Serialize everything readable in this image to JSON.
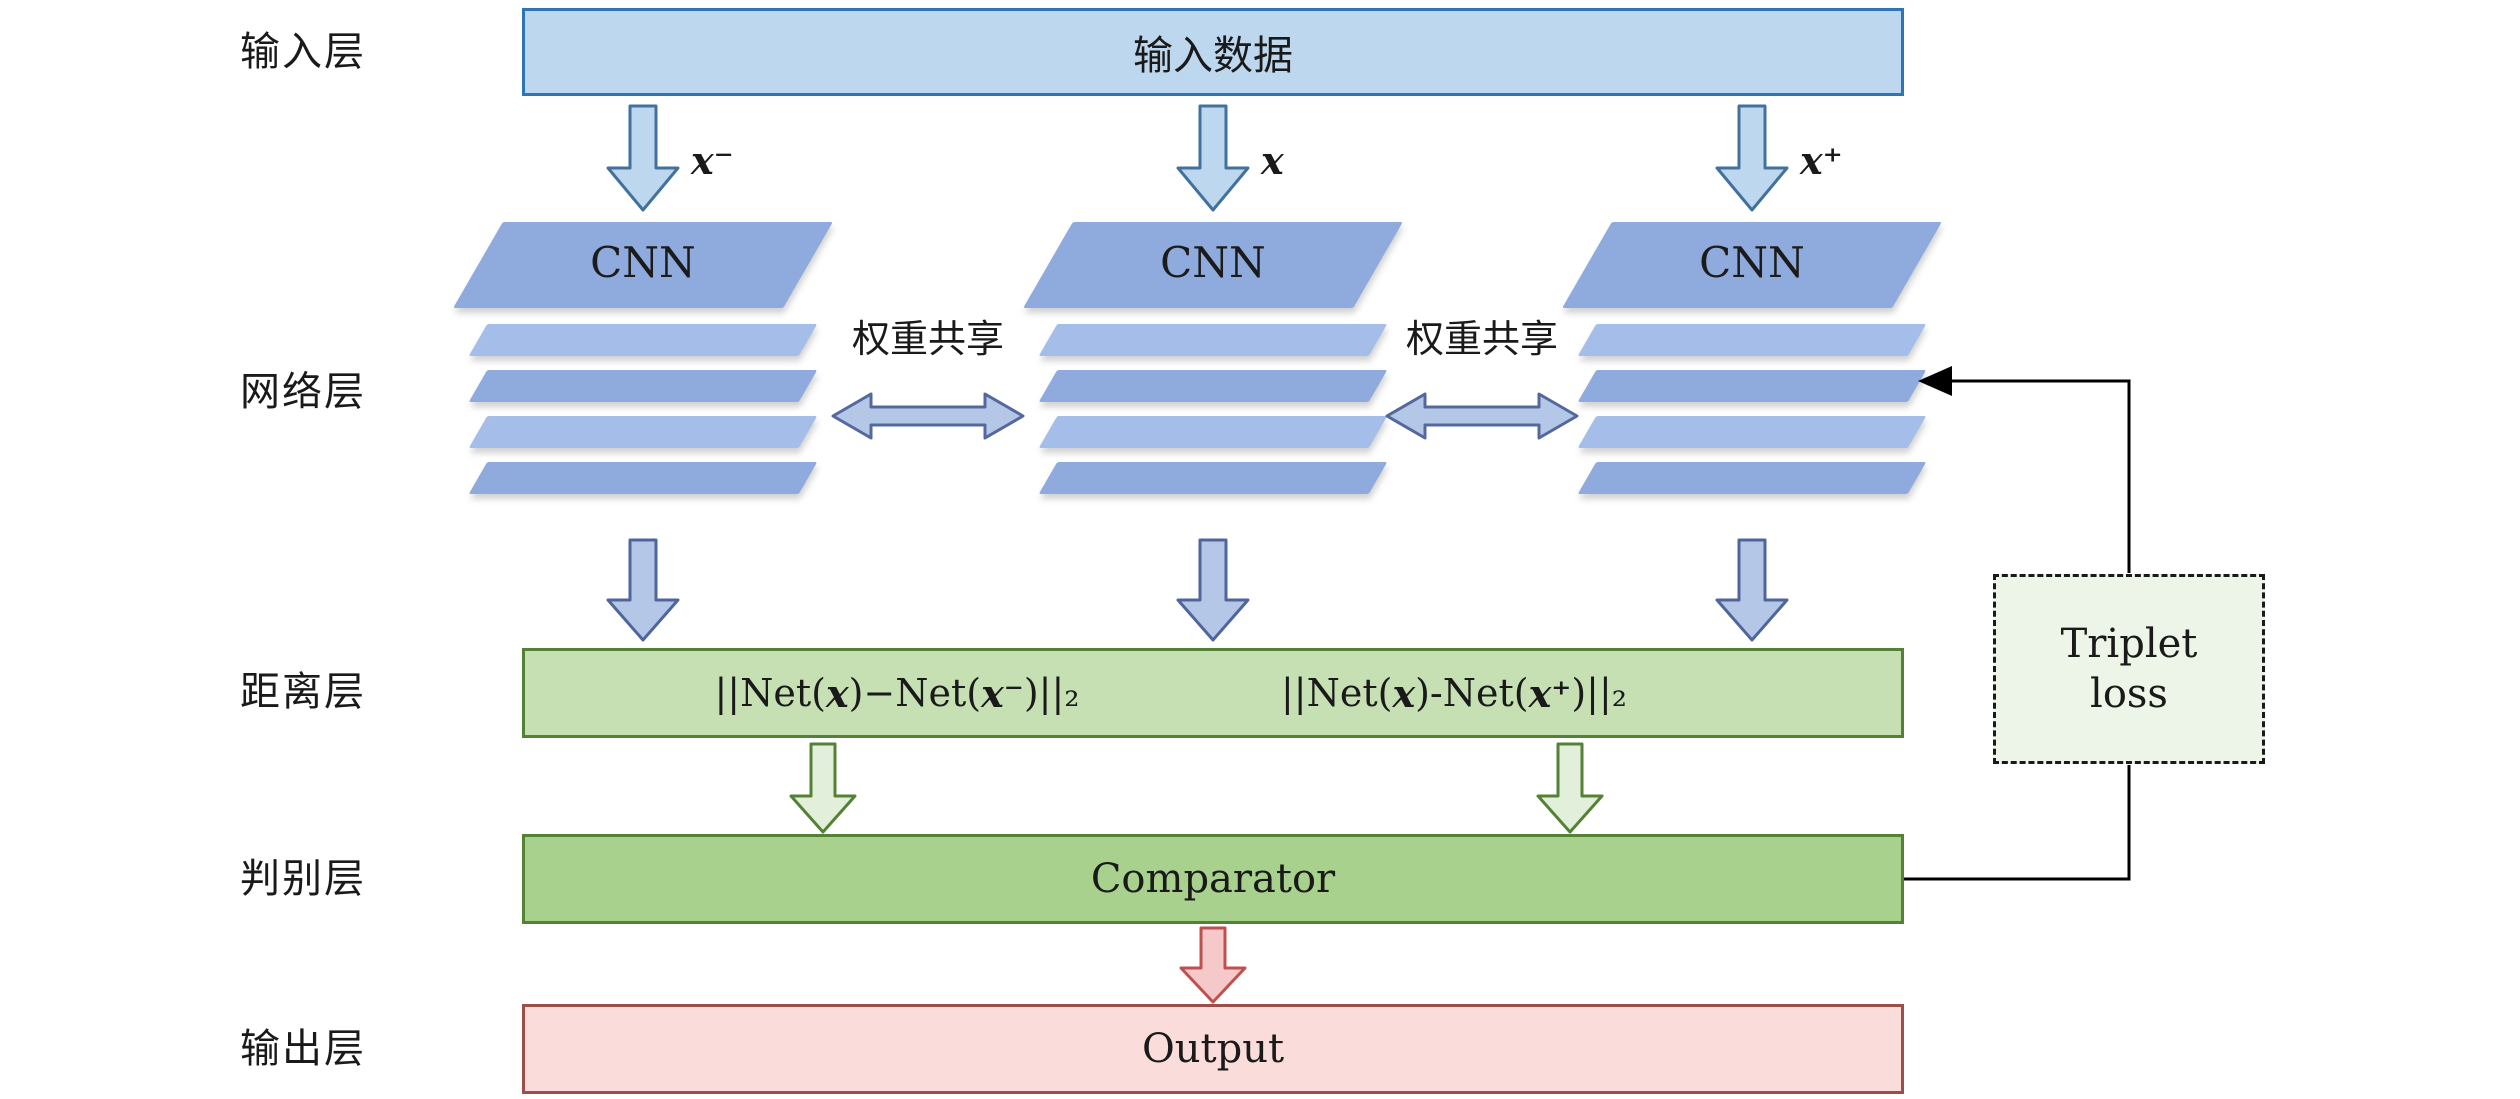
{
  "row_labels": {
    "input": "输入层",
    "network": "网络层",
    "distance": "距离层",
    "discriminant": "判别层",
    "output": "输出层"
  },
  "input_box": {
    "label": "输入数据"
  },
  "branch_arrows": {
    "left": "x⁻",
    "middle": "x",
    "right": "x⁺"
  },
  "cnn": {
    "left": "CNN",
    "middle": "CNN",
    "right": "CNN"
  },
  "weight_sharing": {
    "left": "权重共享",
    "right": "权重共享"
  },
  "distance": {
    "left_formula": {
      "p1": "||Net(",
      "x1": "x",
      "p2": ")−Net(",
      "x2": "x⁻",
      "p3": ")||₂"
    },
    "right_formula": {
      "p1": "||Net(",
      "x1": "x",
      "p2": ")-Net(",
      "x2": "x⁺",
      "p3": ")||₂"
    }
  },
  "comparator": {
    "label": "Comparator"
  },
  "output": {
    "label": "Output"
  },
  "triplet_loss": {
    "line1": "Triplet",
    "line2": "loss"
  },
  "colors": {
    "input_fill": "#BDD7EE",
    "input_stroke": "#2E75B6",
    "arrow1_fill": "#BDD7EE",
    "arrow1_stroke": "#41719C",
    "sheet_fill": "#8FAADC",
    "slice_fill": "#A4BEE9",
    "share_fill": "#B4C7E7",
    "share_stroke": "#54689E",
    "arrow2_fill": "#B4C7E7",
    "arrow2_stroke": "#4F659C",
    "dist_fill": "#C6E0B4",
    "dist_stroke": "#538135",
    "arrow3_fill": "#E2EFDA",
    "arrow3_stroke": "#538135",
    "comp_fill": "#A9D18E",
    "comp_stroke": "#538135",
    "arrow4_fill": "#F5C9C9",
    "arrow4_stroke": "#C0504D",
    "out_fill": "#FADCDA",
    "out_stroke": "#9A4F4A",
    "triplet_fill": "#EDF5E8",
    "triplet_stroke": "#1A1A1A",
    "line": "#000000",
    "text": "#1A1A1A"
  }
}
